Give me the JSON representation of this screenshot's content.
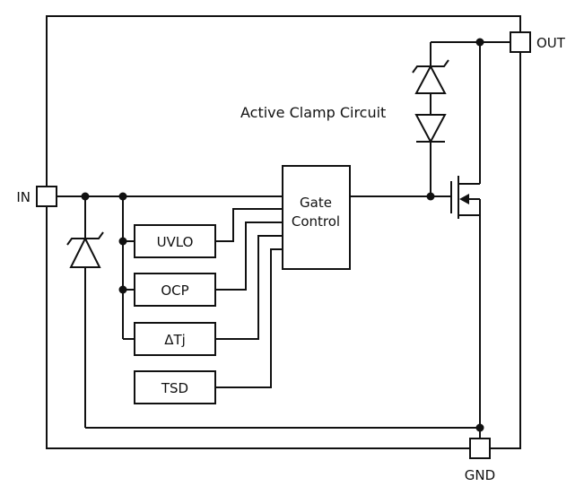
{
  "pins": {
    "in": "IN",
    "out": "OUT",
    "gnd": "GND"
  },
  "labels": {
    "active_clamp": "Active Clamp Circuit"
  },
  "blocks": {
    "gate_control": {
      "line1": "Gate",
      "line2": "Control"
    },
    "uvlo": "UVLO",
    "ocp": "OCP",
    "delta_tj": "ΔTj",
    "tsd": "TSD"
  },
  "colors": {
    "line": "#111111",
    "background": "#ffffff"
  }
}
